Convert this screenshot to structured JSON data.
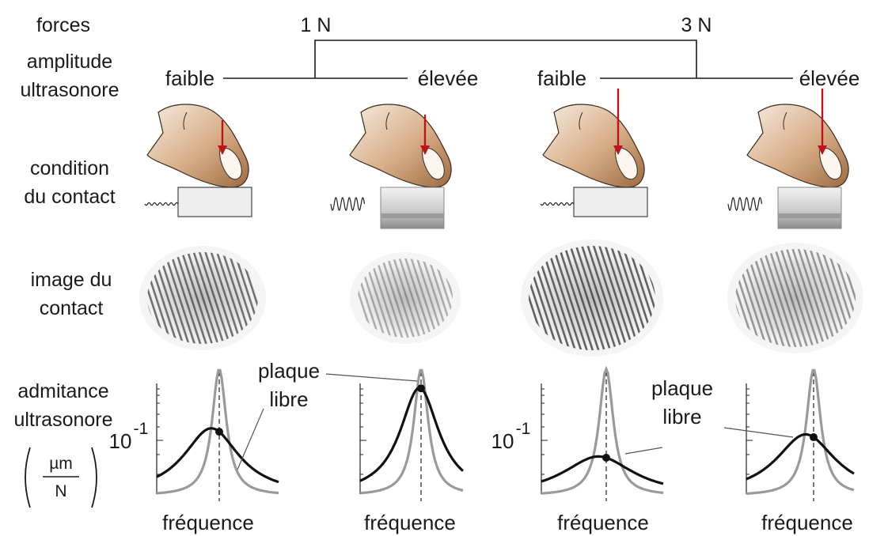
{
  "row_labels": {
    "forces": "forces",
    "amplitude": [
      "amplitude",
      "ultrasonore"
    ],
    "condition": [
      "condition",
      "du contact"
    ],
    "image": [
      "image du",
      "contact"
    ],
    "admittance": [
      "admitance",
      "ultrasonore"
    ],
    "unit_num": "µm",
    "unit_den": "N"
  },
  "forces": [
    "1 N",
    "3 N"
  ],
  "amplitude_levels": [
    "faible",
    "élevée",
    "faible",
    "élevée"
  ],
  "y_tick_label": "10",
  "y_tick_exp": "-1",
  "annotations": {
    "plaque_libre_1": [
      "plaque",
      "libre"
    ],
    "plaque_libre_2": [
      "plaque",
      "libre"
    ]
  },
  "x_axis_label": "fréquence",
  "panels": [
    {
      "force": "1 N",
      "amplitude": "faible",
      "peak_fraction": 0.55,
      "width": 1.5
    },
    {
      "force": "1 N",
      "amplitude": "élevée",
      "peak_fraction": 0.88,
      "width": 1.05
    },
    {
      "force": "3 N",
      "amplitude": "faible",
      "peak_fraction": 0.32,
      "width": 1.9
    },
    {
      "force": "3 N",
      "amplitude": "élevée",
      "peak_fraction": 0.5,
      "width": 1.6
    }
  ],
  "colors": {
    "arrow": "#c0141c",
    "free_plate_curve": "#9a9a9a",
    "loaded_curve": "#111111",
    "finger": "#c89a72"
  }
}
